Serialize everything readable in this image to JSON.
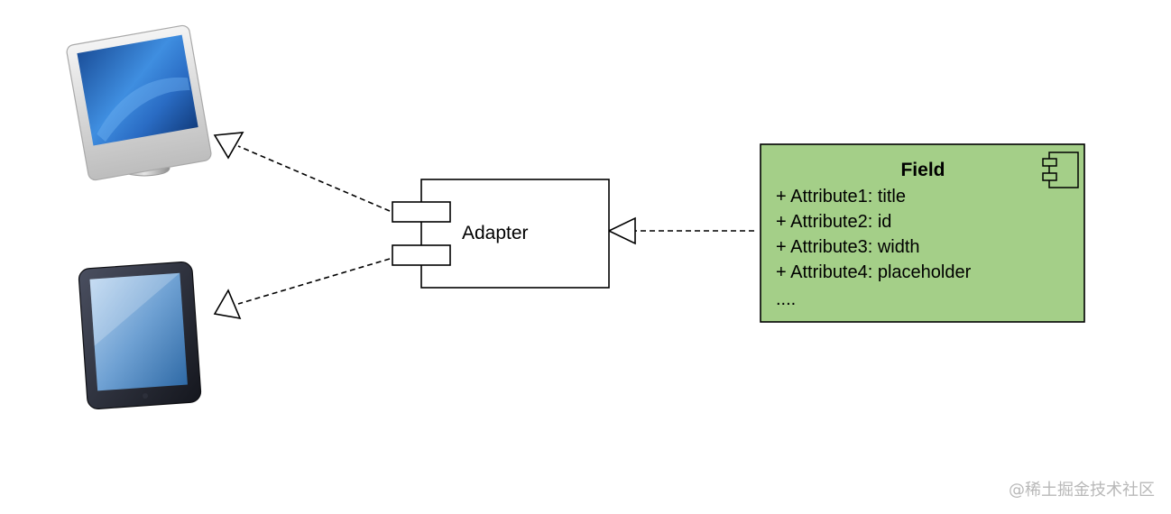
{
  "devices": {
    "desktop": {
      "icon": "desktop-monitor-icon"
    },
    "tablet": {
      "icon": "tablet-icon"
    }
  },
  "adapter": {
    "label": "Adapter",
    "icon": "component-icon"
  },
  "field": {
    "title": "Field",
    "icon": "component-icon",
    "attributes": [
      "+ Attribute1: title",
      "+ Attribute2: id",
      "+ Attribute3: width",
      "+ Attribute4: placeholder",
      "...."
    ],
    "fill_color": "#a4cf88",
    "border_color": "#000000"
  },
  "watermark": "@稀土掘金技术社区"
}
